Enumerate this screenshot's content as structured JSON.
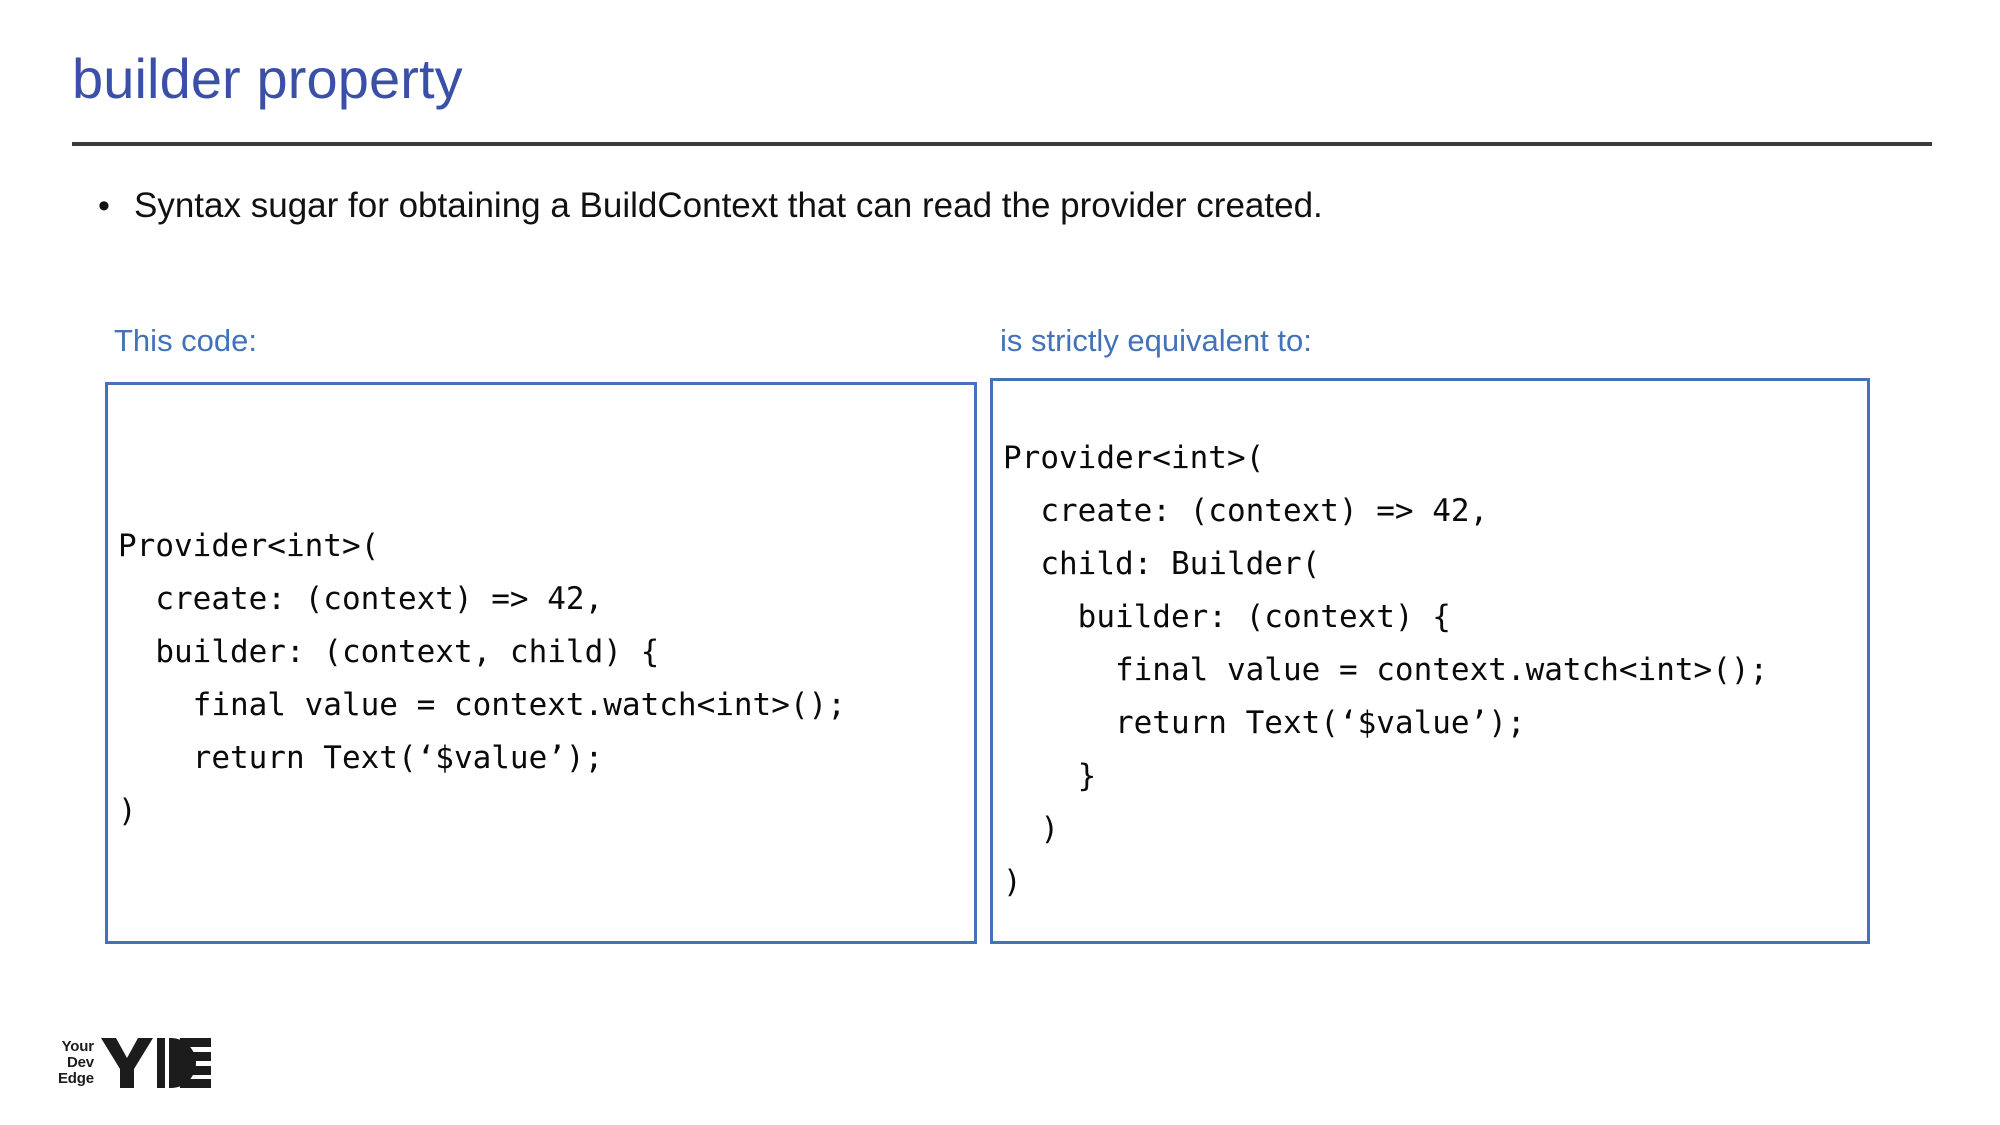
{
  "slide": {
    "title": "builder property",
    "bullet_marker": "•",
    "bullet_text": "Syntax sugar for obtaining a BuildContext that can read the provider created.",
    "label_left": "This code:",
    "label_right": "is strictly equivalent to:",
    "code_left": "Provider<int>(\n  create: (context) => 42,\n  builder: (context, child) {\n    final value = context.watch<int>();\n    return Text(‘$value’);\n)",
    "code_right": "Provider<int>(\n  create: (context) => 42,\n  child: Builder(\n    builder: (context) {\n      final value = context.watch<int>();\n      return Text(‘$value’);\n    }\n  )\n)"
  },
  "logo": {
    "line1": "Your",
    "line2": "Dev",
    "line3": "Edge",
    "mark_letters": "YDE"
  },
  "colors": {
    "title": "#3A4FA8",
    "accent_blue": "#4472B8",
    "rule": "#3A3A3A",
    "body_text": "#111111",
    "code_text": "#0A0A0A",
    "background": "#FFFFFF",
    "logo": "#1C1C1C"
  }
}
